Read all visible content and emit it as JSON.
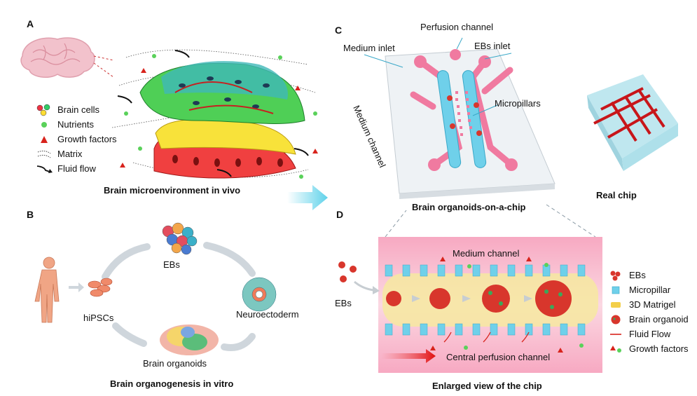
{
  "panels": {
    "a": {
      "letter": "A",
      "caption": "Brain microenvironment in vivo",
      "legend": [
        {
          "icon": "brain-cells-icon",
          "label": "Brain cells"
        },
        {
          "icon": "nutrients-icon",
          "label": "Nutrients"
        },
        {
          "icon": "growth-factors-icon",
          "label": "Growth factors"
        },
        {
          "icon": "matrix-icon",
          "label": "Matrix"
        },
        {
          "icon": "fluid-flow-icon",
          "label": "Fluid flow"
        }
      ]
    },
    "b": {
      "letter": "B",
      "caption": "Brain organogenesis in vitro",
      "stages": {
        "ebs": "EBs",
        "neuroectoderm": "Neuroectoderm",
        "organoids": "Brain organoids",
        "hipscs": "hiPSCs"
      }
    },
    "c": {
      "letter": "C",
      "caption": "Brain organoids-on-a-chip",
      "labels": {
        "perfusion_channel": "Perfusion channel",
        "medium_inlet": "Medium inlet",
        "ebs_inlet": "EBs inlet",
        "medium_channel": "Medium channel",
        "micropillars": "Micropillars"
      },
      "real_chip_caption": "Real chip"
    },
    "d": {
      "letter": "D",
      "caption": "Enlarged  view of the chip",
      "labels": {
        "medium_channel": "Medium channel",
        "central_channel": "Central perfusion channel",
        "ebs": "EBs"
      },
      "legend": [
        {
          "icon": "ebs-icon",
          "label": "EBs"
        },
        {
          "icon": "micropillar-icon",
          "label": "Micropillar"
        },
        {
          "icon": "matrigel-icon",
          "label": "3D Matrigel"
        },
        {
          "icon": "brain-organoid-icon",
          "label": "Brain organoid"
        },
        {
          "icon": "fluid-flow-line-icon",
          "label": "Fluid Flow"
        },
        {
          "icon": "growth-factors-icon",
          "label": "Growth factors"
        }
      ]
    }
  },
  "colors": {
    "pink_channel": "#f07aa0",
    "blue_channel": "#6fd0ea",
    "organoid_red": "#d8362c",
    "nutrient_green": "#5ad15a",
    "growth_red": "#d8231c",
    "chip_bg_pink": "#f6b3c8",
    "matrigel_yellow": "#f6e9a0"
  }
}
